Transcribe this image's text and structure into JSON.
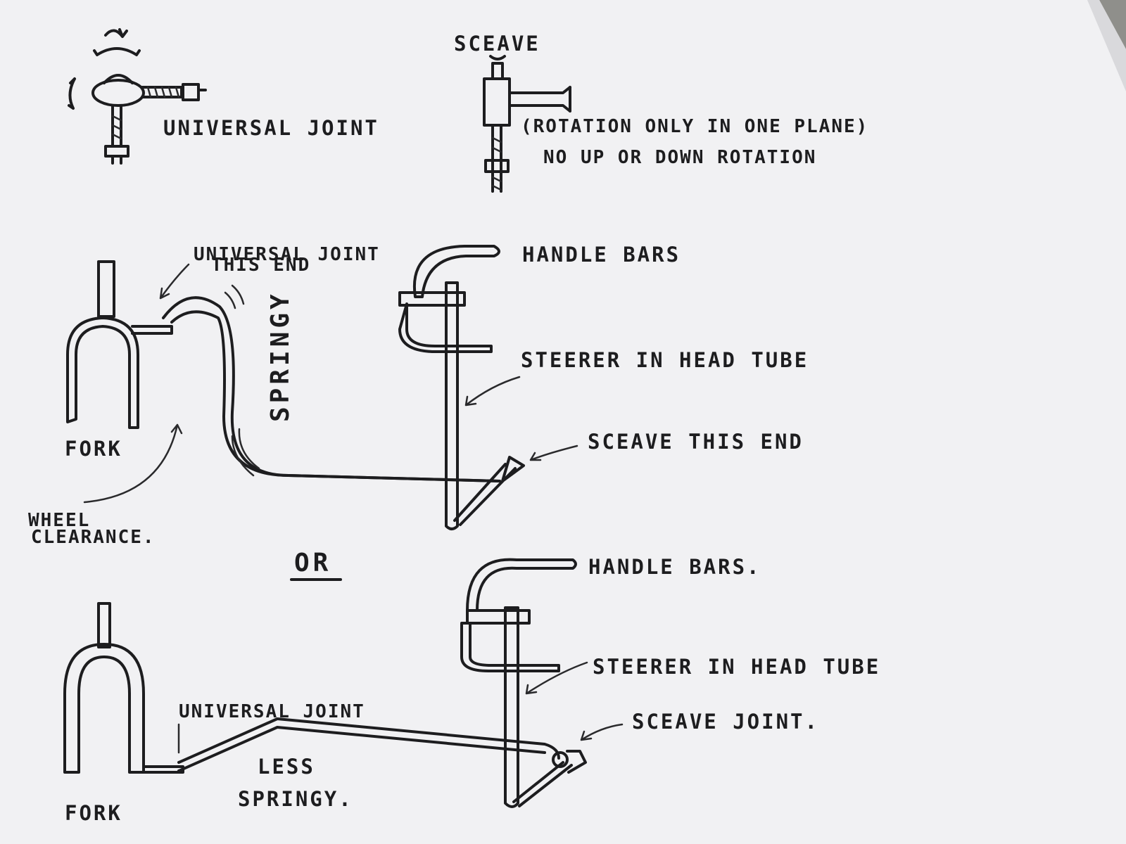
{
  "colors": {
    "paper": "#f3f3f5",
    "ink": "#1d1d1f",
    "shadow": "#8f8f8b"
  },
  "labels": {
    "universal_joint_top": "UNIVERSAL JOINT",
    "sceave_top": "SCEAVE",
    "rotation_line1": "(ROTATION ONLY IN ONE PLANE)",
    "rotation_line2": "NO UP OR DOWN ROTATION",
    "uj_this_end_1": "UNIVERSAL JOINT",
    "uj_this_end_2": "THIS END",
    "handle_bars_1": "HANDLE BARS",
    "springy": "SPRINGY",
    "steerer_1": "STEERER IN HEAD TUBE",
    "sceave_this_end": "SCEAVE THIS END",
    "fork_1": "FORK",
    "wheel_clearance_1": "WHEEL",
    "wheel_clearance_2": "CLEARANCE.",
    "or": "OR",
    "handle_bars_2": "HANDLE BARS.",
    "steerer_2": "STEERER IN HEAD TUBE",
    "universal_joint_bottom": "UNIVERSAL JOINT",
    "sceave_joint": "SCEAVE JOINT.",
    "less_springy_1": "LESS",
    "less_springy_2": "SPRINGY.",
    "fork_2": "FORK"
  }
}
